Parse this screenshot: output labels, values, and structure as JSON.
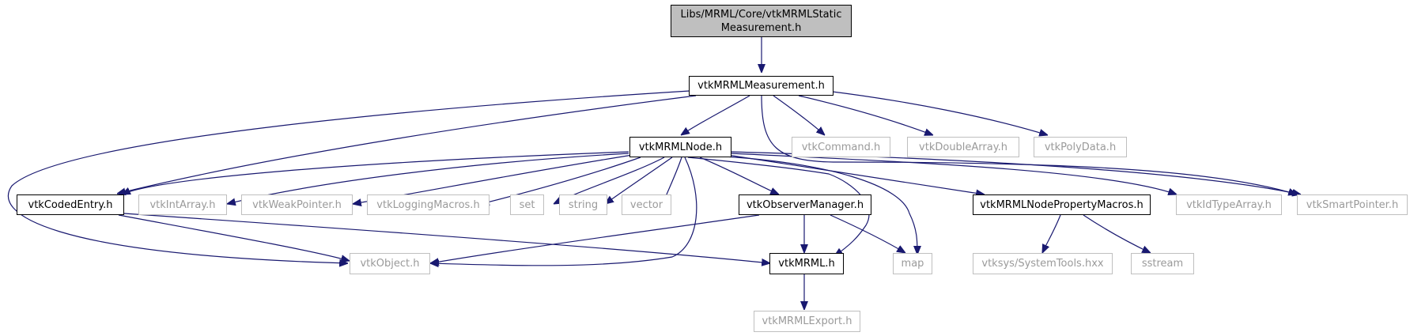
{
  "graph": {
    "root": {
      "line1": "Libs/MRML/Core/vtkMRMLStatic",
      "line2": "Measurement.h"
    },
    "nodes": {
      "measurement": "vtkMRMLMeasurement.h",
      "node": "vtkMRMLNode.h",
      "command": "vtkCommand.h",
      "doublearray": "vtkDoubleArray.h",
      "polydata": "vtkPolyData.h",
      "codedentry": "vtkCodedEntry.h",
      "intarray": "vtkIntArray.h",
      "weakpointer": "vtkWeakPointer.h",
      "loggingmacros": "vtkLoggingMacros.h",
      "set": "set",
      "string": "string",
      "vector": "vector",
      "observermanager": "vtkObserverManager.h",
      "propertymacros": "vtkMRMLNodePropertyMacros.h",
      "idtypearray": "vtkIdTypeArray.h",
      "smartpointer": "vtkSmartPointer.h",
      "object": "vtkObject.h",
      "mrml": "vtkMRML.h",
      "map": "map",
      "systemtools": "vtksys/SystemTools.hxx",
      "sstream": "sstream",
      "mrmlexport": "vtkMRMLExport.h"
    },
    "edge_color": "#191970",
    "linked_border": "#000000",
    "external_border": "#bfbfbf",
    "root_fill": "#bfbfbf"
  }
}
